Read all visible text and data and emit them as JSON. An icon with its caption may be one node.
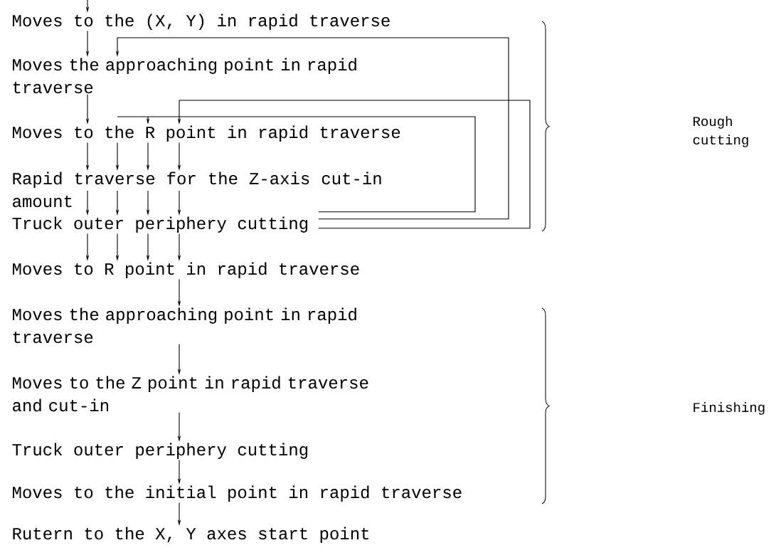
{
  "diagram": {
    "nodes": [
      {
        "text": [
          "Moves to the (X, Y) in rapid traverse"
        ]
      },
      {
        "text": [
          "Moves the approaching point in rapid traverse"
        ]
      },
      {
        "text": [
          "Moves to the R point in rapid traverse"
        ]
      },
      {
        "text": [
          "Rapid traverse for the Z-axis cut-in amount"
        ]
      },
      {
        "text": [
          "Truck outer periphery cutting"
        ]
      },
      {
        "text": [
          "Moves to R point in rapid traverse"
        ]
      },
      {
        "text": [
          "Moves the approaching point in rapid traverse"
        ]
      },
      {
        "text": [
          "Moves to the Z point in rapid traverse and cut-in"
        ]
      },
      {
        "text": [
          "Truck outer periphery cutting"
        ]
      },
      {
        "text": [
          "Moves to the initial point in rapid traverse"
        ]
      },
      {
        "text": [
          "Rutern to the X, Y axes start point"
        ]
      }
    ],
    "edges": [
      {
        "from": null,
        "to": 0,
        "arrow": "to"
      },
      {
        "from": 0,
        "to": 1,
        "arrow": "to"
      },
      {
        "from": 1,
        "to": 2,
        "arrow": "to"
      },
      {
        "from": 2,
        "to": 3,
        "arrow": "to"
      },
      {
        "from": 2,
        "to": 3,
        "arrow": "to"
      },
      {
        "from": 2,
        "to": 3,
        "arrow": "to"
      },
      {
        "from": 2,
        "to": 3,
        "arrow": "to"
      },
      {
        "from": 3,
        "to": 4,
        "arrow": "to"
      },
      {
        "from": 3,
        "to": 4,
        "arrow": "to"
      },
      {
        "from": 3,
        "to": 4,
        "arrow": "to"
      },
      {
        "from": 3,
        "to": 4,
        "arrow": "to"
      },
      {
        "from": 4,
        "to": 5,
        "arrow": "to"
      },
      {
        "from": 4,
        "to": 5,
        "arrow": "to"
      },
      {
        "from": 4,
        "to": 5,
        "arrow": "to"
      },
      {
        "from": 4,
        "to": 5,
        "arrow": "to"
      },
      {
        "from": 5,
        "to": 6,
        "arrow": "to"
      },
      {
        "from": 6,
        "to": 7,
        "arrow": "to"
      },
      {
        "from": 7,
        "to": 8,
        "arrow": "to"
      },
      {
        "from": 8,
        "to": 9,
        "arrow": "to"
      },
      {
        "from": 9,
        "to": 10,
        "arrow": "to"
      },
      {
        "from": 4,
        "to": 2,
        "arrow": "to"
      },
      {
        "from": 4,
        "to": 1,
        "arrow": "to"
      },
      {
        "from": 4,
        "to": 2,
        "arrow": "to"
      }
    ],
    "labels": [
      "Rough cutting",
      "Finishing"
    ]
  }
}
